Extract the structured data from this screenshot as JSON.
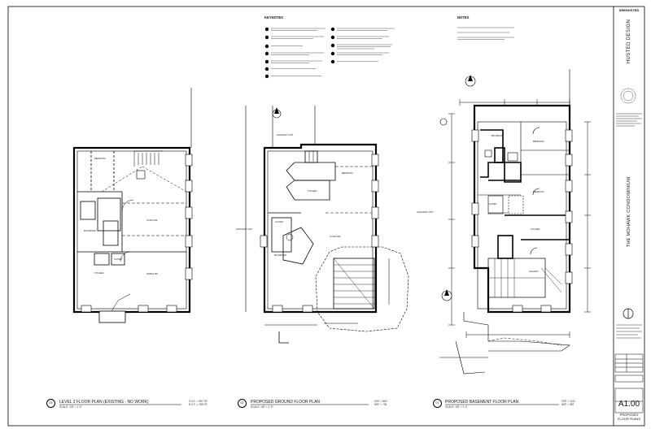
{
  "keynotes_title": "KEYNOTES",
  "notes_title": "NOTES",
  "plans": [
    {
      "number": "03",
      "title": "LEVEL 2 FLOOR PLAN (EXISTING - NO WORK)",
      "scale": "SCALE: 1/8\" = 1'-0\"",
      "area_line1": "G.S.F. = 897 SF",
      "area_line2": "N.S.F. = 785 SF"
    },
    {
      "number": "02",
      "title": "PROPOSED GROUND FLOOR PLAN",
      "scale": "SCALE: 1/8\" = 1'-0\"",
      "area_line1": "GSF = 863",
      "area_line2": "NSF = 735"
    },
    {
      "number": "01",
      "title": "PROPOSED BASEMENT FLOOR PLAN",
      "scale": "SCALE: 1/8\" = 1'-0\"",
      "area_line1": "GSF = 1151",
      "area_line2": "NSF = 952"
    }
  ],
  "title_block": {
    "firm_short": "SREHUSTED",
    "firm_name": "HUSTED DESIGN",
    "project_name": "THE MOHAWK CONDOMINIUM",
    "sheet_number": "A1.00",
    "sheet_title_line1": "PROPOSED",
    "sheet_title_line2": "FLOOR PLANS"
  },
  "room_labels": {
    "bedroom": "BEDROOM",
    "kitchen": "KITCHEN",
    "bathroom": "BATHROOM",
    "closet": "CLOSET",
    "living": "LIVING RM",
    "dining": "DINING RM",
    "hallway": "HALLWAY",
    "adjacent": "ADJACENT UNIT"
  }
}
